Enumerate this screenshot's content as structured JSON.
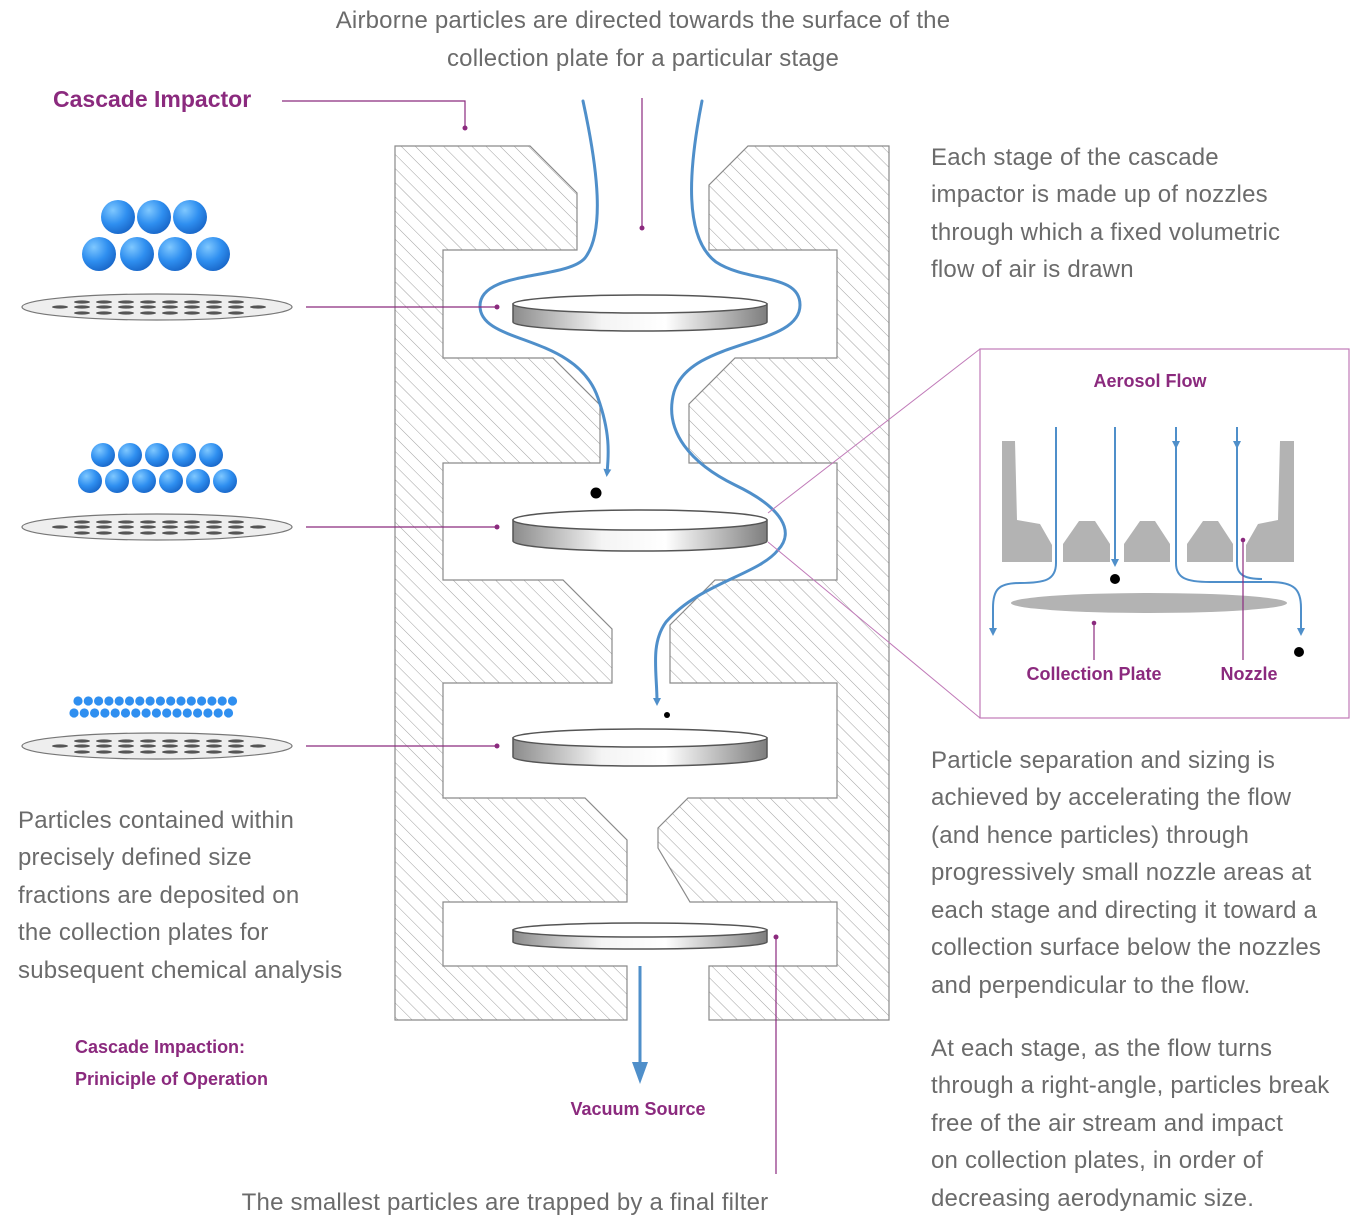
{
  "top_caption": {
    "line1": "Airborne particles are directed towards the surface of the",
    "line2": "collection plate for a particular stage"
  },
  "title": "Cascade Impactor",
  "right_intro": {
    "line1": "Each stage of the cascade",
    "line2": "impactor is made up of nozzles",
    "line3": "through which a fixed volumetric",
    "line4": "flow of air is drawn"
  },
  "inset": {
    "title": "Aerosol Flow",
    "plate_label": "Collection Plate",
    "nozzle_label": "Nozzle"
  },
  "left_text": {
    "line1": "Particles contained within",
    "line2": "precisely defined size",
    "line3": "fractions are deposited on",
    "line4": "the collection plates for",
    "line5": "subsequent chemical analysis"
  },
  "caption": {
    "line1": "Cascade Impaction:",
    "line2": "Priniciple of Operation"
  },
  "vacuum_label": "Vacuum Source",
  "bottom_caption": "The smallest particles are trapped by a final filter",
  "right_para1": {
    "line1": "Particle separation and sizing is",
    "line2": "achieved by accelerating the flow",
    "line3": "(and hence particles) through",
    "line4": "progressively small nozzle areas at",
    "line5": "each stage and directing it toward a",
    "line6": "collection surface below the nozzles",
    "line7": "and perpendicular to the flow."
  },
  "right_para2": {
    "line1": "At each stage, as the flow turns",
    "line2": "through a right-angle, particles break",
    "line3": "free of the air stream and impact",
    "line4": "on collection plates, in order of",
    "line5": "decreasing aerodynamic size."
  },
  "colors": {
    "accent": "#8b2a7e",
    "flow": "#4f8fca",
    "particle": "#2f8ff0",
    "body_text": "#6b6b6b",
    "hatch": "#9a9a9a",
    "nozzle_grey": "#b3b3b3"
  }
}
